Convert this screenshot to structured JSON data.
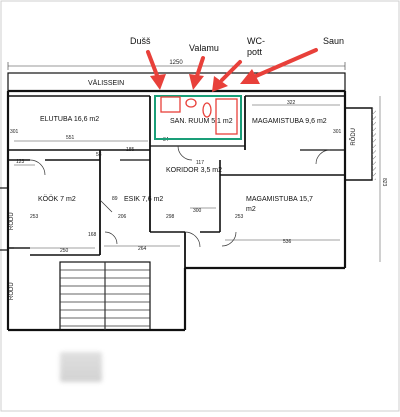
{
  "annotations": {
    "dush": "Dušš",
    "valamu": "Valamu",
    "wc_line1": "WC-",
    "wc_line2": "pott",
    "saun": "Saun"
  },
  "rooms": {
    "valissein": "VÄLISSEIN",
    "elutuba": "ELUTUBA 16,6 m2",
    "san_ruum": "SAN. RUUM 5,1 m2",
    "magamistuba1": "MAGAMISTUBA 9,6 m2",
    "rodu_right": "RÕDU",
    "koridor": "KORIDOR 3,5 m2",
    "kook": "KÖÖK 7 m2",
    "esik": "ESIK 7,6 m2",
    "magamistuba2_line1": "MAGAMISTUBA 15,7",
    "magamistuba2_line2": "m2",
    "rodu_left1": "RÕDU",
    "rodu_left2": "RÕDU"
  },
  "dimensions": {
    "d1250": "1250",
    "d551": "551",
    "d322": "322",
    "d301a": "301",
    "d301b": "301",
    "d823": "823",
    "d123": "123",
    "d58": "58",
    "d185": "185",
    "d117": "117",
    "d253": "253",
    "d250": "250",
    "d168": "168",
    "d206": "206",
    "d89": "89",
    "d264": "264",
    "d298": "298",
    "d300": "300",
    "d536": "536",
    "d253b": "253",
    "d34": "34"
  },
  "colors": {
    "arrow": "#e8403a",
    "bathroom_outline": "#1a9e78",
    "wall": "#111111"
  }
}
